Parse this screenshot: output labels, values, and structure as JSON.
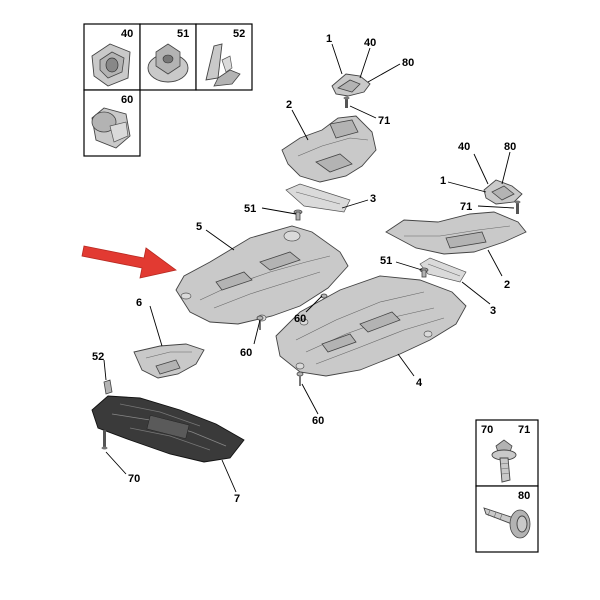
{
  "legend_boxes": {
    "top_left": [
      "40",
      "51",
      "52",
      "60"
    ],
    "bottom_right_top": [
      "70",
      "71"
    ],
    "bottom_right_bottom": [
      "80"
    ]
  },
  "callouts": {
    "c1_top": "1",
    "c40_top": "40",
    "c80_top": "80",
    "c71_top": "71",
    "c2_top": "2",
    "c51_mid": "51",
    "c3_mid": "3",
    "c40_right": "40",
    "c80_right": "80",
    "c1_right": "1",
    "c71_right": "71",
    "c2_right": "2",
    "c51_right": "51",
    "c3_right": "3",
    "c5": "5",
    "c6": "6",
    "c60_a": "60",
    "c60_b": "60",
    "c4": "4",
    "c60_c": "60",
    "c52": "52",
    "c70": "70",
    "c7": "7"
  },
  "colors": {
    "arrow": "#e23a32",
    "part": "#c9c9c9",
    "dark_part": "#3a3a3a"
  }
}
